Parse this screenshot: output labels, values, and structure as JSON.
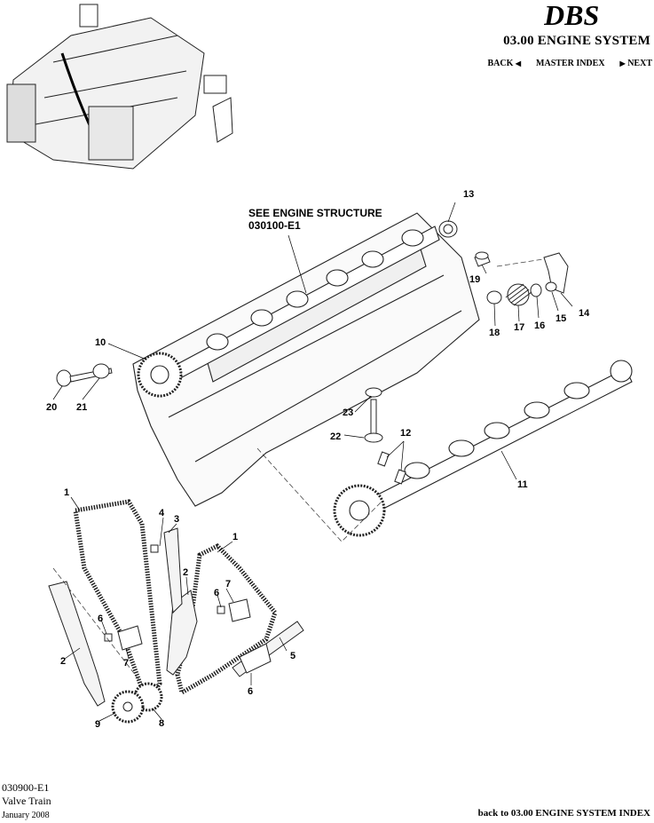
{
  "header": {
    "logo_text": "DBS",
    "system_title": "03.00 ENGINE SYSTEM",
    "nav": {
      "back": "BACK",
      "master_index": "MASTER INDEX",
      "next": "NEXT"
    }
  },
  "diagram": {
    "reference_note_line1": "SEE ENGINE STRUCTURE",
    "reference_note_line2": "030100-E1",
    "callouts": {
      "c1a": "1",
      "c1b": "1",
      "c2a": "2",
      "c2b": "2",
      "c3": "3",
      "c4": "4",
      "c5": "5",
      "c6a": "6",
      "c6b": "6",
      "c6c": "6",
      "c7a": "7",
      "c7b": "7",
      "c8": "8",
      "c9": "9",
      "c10": "10",
      "c11": "11",
      "c12": "12",
      "c13": "13",
      "c14": "14",
      "c15": "15",
      "c16": "16",
      "c17": "17",
      "c18": "18",
      "c19": "19",
      "c20": "20",
      "c21": "21",
      "c22": "22",
      "c23": "23"
    }
  },
  "footer": {
    "code": "030900-E1",
    "name": "Valve Train",
    "date": "January 2008",
    "back_link": "back to 03.00 ENGINE SYSTEM INDEX"
  }
}
